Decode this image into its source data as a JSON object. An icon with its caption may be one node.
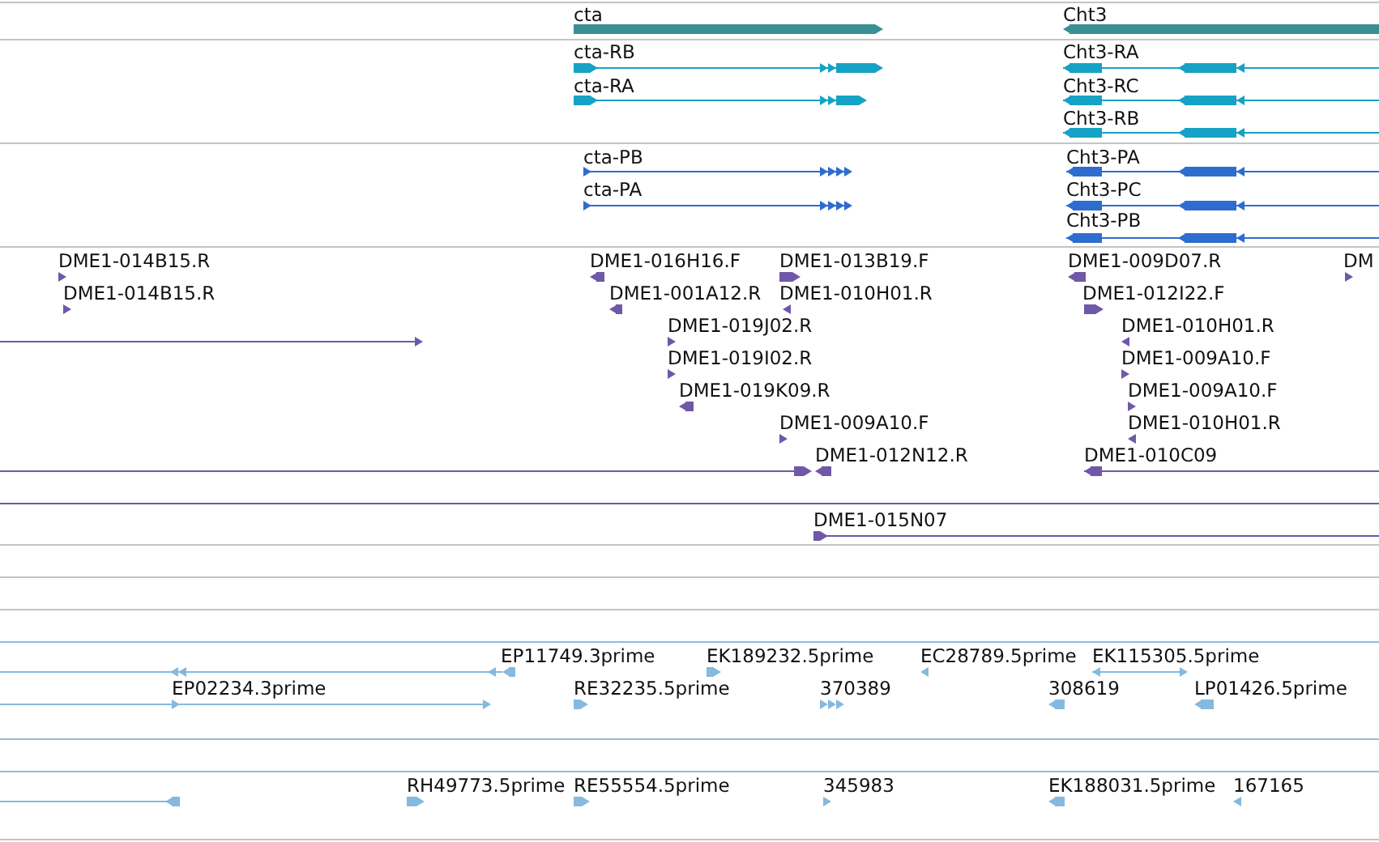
{
  "diagram": {
    "labels": [
      "cta",
      "Cht3",
      "cta-RB",
      "Cht3-RA",
      "cta-RA",
      "Cht3-RC",
      "Cht3-RB",
      "cta-PB",
      "Cht3-PA",
      "cta-PA",
      "Cht3-PC",
      "Cht3-PB",
      "DME1-014B15.R",
      "DME1-016H16.F",
      "DME1-013B19.F",
      "DME1-009D07.R",
      "DM",
      "DME1-014B15.R",
      "DME1-001A12.R",
      "DME1-010H01.R",
      "DME1-012I22.F",
      "DME1-019J02.R",
      "DME1-010H01.R",
      "DME1-019I02.R",
      "DME1-009A10.F",
      "DME1-019K09.R",
      "DME1-009A10.F",
      "DME1-009A10.F",
      "DME1-010H01.R",
      "DME1-012N12.R",
      "DME1-010C09",
      "DME1-015N07",
      "EP11749.3prime",
      "EK189232.5prime",
      "EC28789.5prime",
      "EK115305.5prime",
      "EP02234.3prime",
      "RE32235.5prime",
      "370389",
      "308619",
      "LP01426.5prime",
      "RH49773.5prime",
      "RE55554.5prime",
      "345983",
      "EK188031.5prime",
      "167165"
    ]
  }
}
